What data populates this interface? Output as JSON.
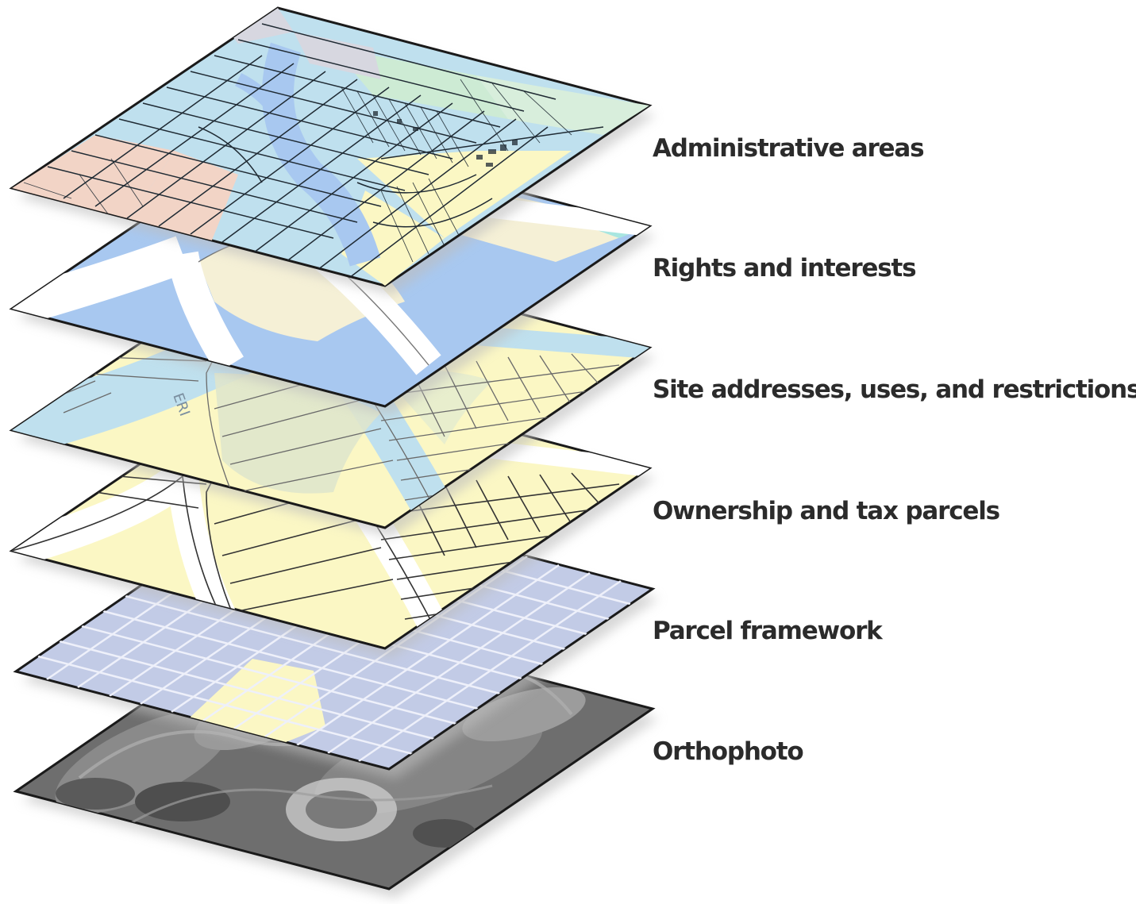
{
  "diagram": {
    "layers": [
      {
        "label": "Administrative areas"
      },
      {
        "label": "Rights and interests"
      },
      {
        "label": "Site addresses, uses, and restrictions"
      },
      {
        "label": "Ownership and tax parcels"
      },
      {
        "label": "Parcel framework"
      },
      {
        "label": "Orthophoto"
      }
    ],
    "map_text": "ERI"
  },
  "colors": {
    "water": "#a8c8f0",
    "light_blue": "#bfe0ee",
    "parcel_yellow": "#fbf7c4",
    "pink": "#f2d4c6",
    "green": "#cdebd4",
    "framework": "#c2cbe6",
    "orthophoto": "#6f6f6f",
    "outline": "#1a1a1a"
  }
}
